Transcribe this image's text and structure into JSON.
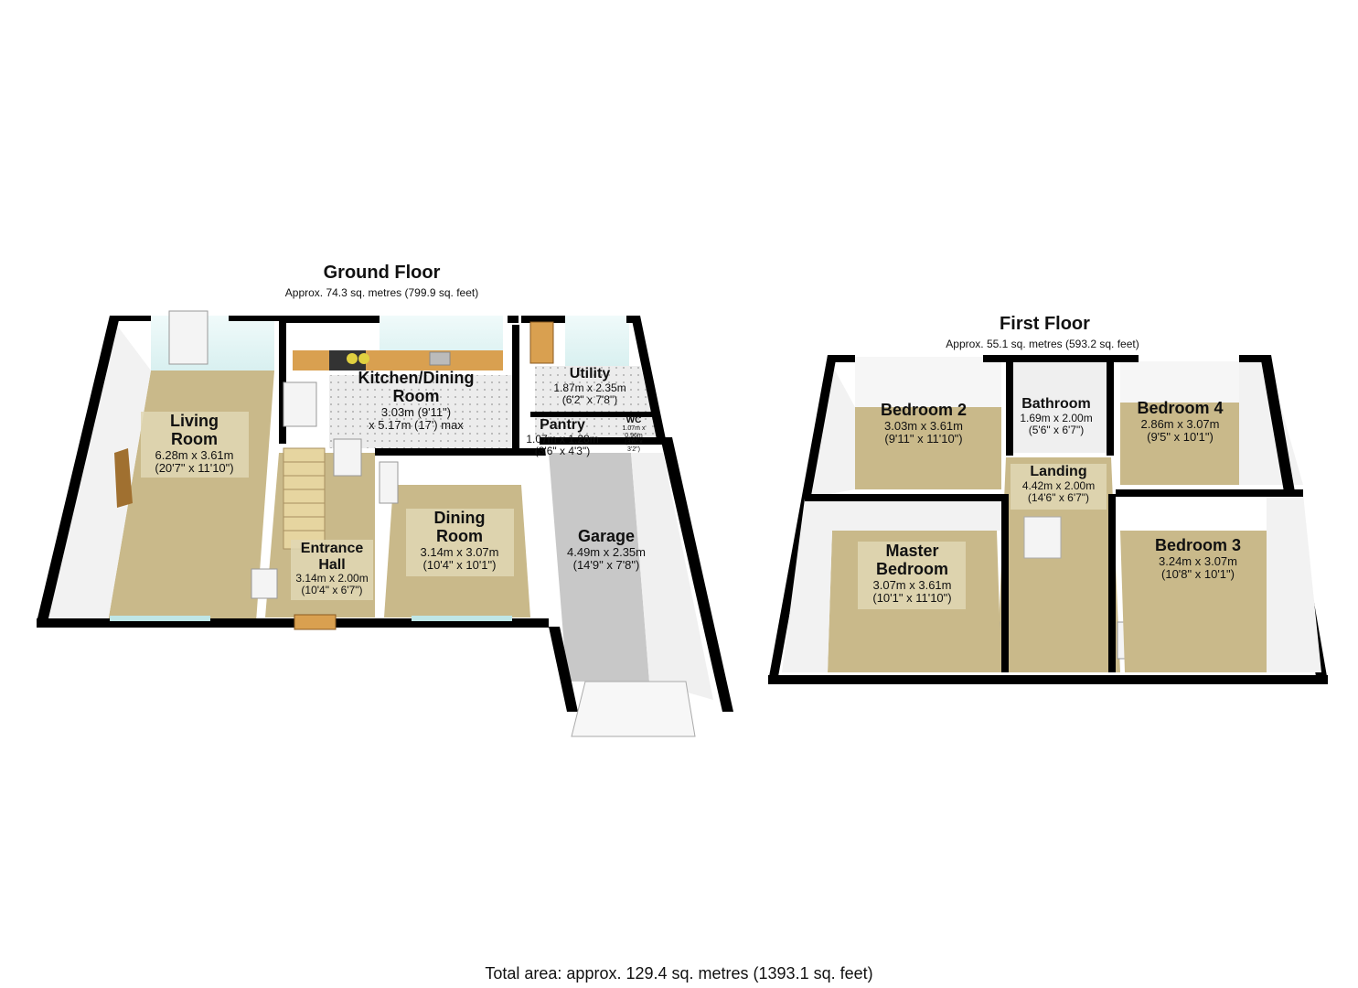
{
  "ground_floor": {
    "title": "Ground Floor",
    "area": "Approx. 74.3 sq. metres (799.9 sq. feet)",
    "rooms": {
      "living_room": {
        "name": "Living\nRoom",
        "dim1": "6.28m x 3.61m",
        "dim2": "(20'7\" x 11'10\")"
      },
      "kitchen": {
        "name": "Kitchen/Dining\nRoom",
        "dim1": "3.03m (9'11\")",
        "dim2": "x 5.17m (17') max"
      },
      "utility": {
        "name": "Utility",
        "dim1": "1.87m x 2.35m",
        "dim2": "(6'2\" x 7'8\")"
      },
      "wc": {
        "name": "WC",
        "dim1": "1.07m x 0.96m",
        "dim2": "(3'6\" x 3'2\")"
      },
      "pantry": {
        "name": "Pantry",
        "dim1": "1.07m x 1.28m",
        "dim2": "(3'6\" x 4'3\")"
      },
      "entrance_hall": {
        "name": "Entrance\nHall",
        "dim1": "3.14m x 2.00m",
        "dim2": "(10'4\" x 6'7\")"
      },
      "dining_room": {
        "name": "Dining\nRoom",
        "dim1": "3.14m x 3.07m",
        "dim2": "(10'4\" x 10'1\")"
      },
      "garage": {
        "name": "Garage",
        "dim1": "4.49m x 2.35m",
        "dim2": "(14'9\" x 7'8\")"
      }
    }
  },
  "first_floor": {
    "title": "First Floor",
    "area": "Approx. 55.1 sq. metres (593.2 sq. feet)",
    "rooms": {
      "bedroom_2": {
        "name": "Bedroom 2",
        "dim1": "3.03m x 3.61m",
        "dim2": "(9'11\" x 11'10\")"
      },
      "bathroom": {
        "name": "Bathroom",
        "dim1": "1.69m x 2.00m",
        "dim2": "(5'6\" x 6'7\")"
      },
      "bedroom_4": {
        "name": "Bedroom 4",
        "dim1": "2.86m x 3.07m",
        "dim2": "(9'5\" x 10'1\")"
      },
      "landing": {
        "name": "Landing",
        "dim1": "4.42m x 2.00m",
        "dim2": "(14'6\" x 6'7\")"
      },
      "master_bedroom": {
        "name": "Master\nBedroom",
        "dim1": "3.07m x 3.61m",
        "dim2": "(10'1\" x 11'10\")"
      },
      "bedroom_3": {
        "name": "Bedroom 3",
        "dim1": "3.24m x 3.07m",
        "dim2": "(10'8\" x 10'1\")"
      }
    }
  },
  "total_area": "Total area: approx. 129.4 sq. metres (1393.1 sq. feet)",
  "colors": {
    "wall": "#000000",
    "wall_inner": "#ffffff",
    "floor_carpet": "#c9b98a",
    "floor_tile": "#e8e8e8",
    "floor_garage": "#c8c8c8",
    "label_bg": "#e1d7b4",
    "window_glass": "#cfeeee"
  }
}
